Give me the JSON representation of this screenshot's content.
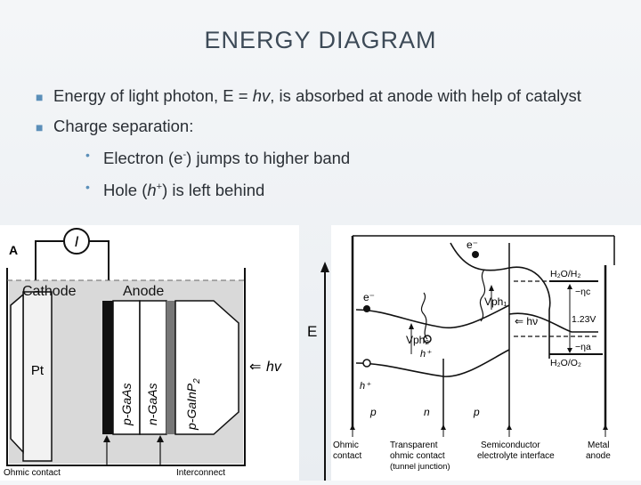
{
  "slide": {
    "title": "ENERGY DIAGRAM"
  },
  "bullets": {
    "b1_pre": "Energy of light photon, E = ",
    "b1_hv": "hv",
    "b1_post": ", is absorbed at anode with help of catalyst",
    "b2": "Charge separation:",
    "sub1_pre": "Electron (e",
    "sub1_sup": "-",
    "sub1_post": ") jumps to higher band",
    "sub2_pre": "Hole (",
    "sub2_h": "h",
    "sub2_sup": "+",
    "sub2_post": ") is left behind"
  },
  "left_figure": {
    "panel_letter": "A",
    "meter_symbol": "I",
    "cathode_label": "Cathode",
    "anode_label": "Anode",
    "pt_label": "Pt",
    "layer1": "p-GaAs",
    "layer2": "n-GaAs",
    "layer3": "p-GaInP",
    "layer3_sub": "2",
    "light_label": "hv",
    "ohmic_contact": "Ohmic contact",
    "interconnect": "Interconnect"
  },
  "right_figure": {
    "e_axis": "E",
    "electron_top": "e⁻",
    "electron_mid": "e⁻",
    "vph1": "Vph₁",
    "vph2": "Vph₂",
    "hv_light": "⇐ hν",
    "h2o_h2": "H₂O/H₂",
    "eta_c": "−ηc",
    "v123": "1.23V",
    "eta_a": "−ηa",
    "h2o_o2": "H₂O/O₂",
    "hole1": "h⁺",
    "hole2": "h⁺",
    "p_left": "p",
    "n_mid": "n",
    "p_right": "p",
    "ohmic1": "Ohmic",
    "ohmic2": "contact",
    "transp1": "Transparent",
    "transp2": "ohmic contact",
    "transp3": "(tunnel junction)",
    "semi1": "Semiconductor",
    "semi2": "electrolyte interface",
    "metal1": "Metal",
    "metal2": "anode"
  }
}
